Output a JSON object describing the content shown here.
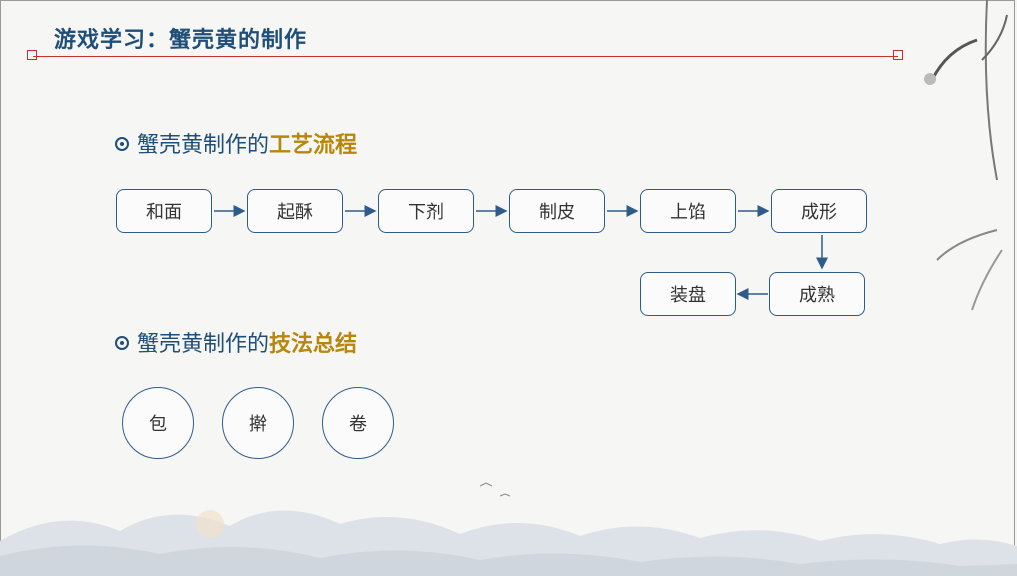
{
  "title": "游戏学习：蟹壳黄的制作",
  "sections": [
    {
      "prefix": "蟹壳黄制作的",
      "highlight": "工艺流程"
    },
    {
      "prefix": "蟹壳黄制作的",
      "highlight": "技法总结"
    }
  ],
  "process_steps": [
    "和面",
    "起酥",
    "下剂",
    "制皮",
    "上馅",
    "成形",
    "成熟",
    "装盘"
  ],
  "techniques": [
    "包",
    "擀",
    "卷"
  ],
  "colors": {
    "title": "#1f4e79",
    "highlight": "#b8860b",
    "border": "#2e5c8a",
    "rule": "#c9302c"
  }
}
